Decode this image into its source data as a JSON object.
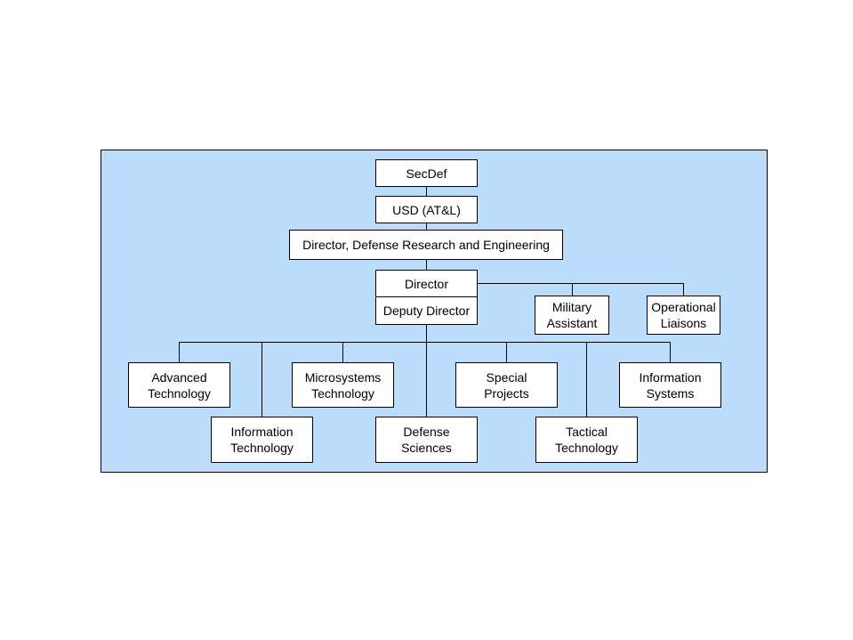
{
  "org_chart": {
    "secdef": "SecDef",
    "usd": "USD (AT&L)",
    "ddre": "Director, Defense Research and Engineering",
    "director": "Director",
    "deputy_director": "Deputy Director",
    "military_assistant": [
      "Military",
      "Assistant"
    ],
    "operational_liaisons": [
      "Operational",
      "Liaisons"
    ],
    "offices": {
      "advanced_technology": [
        "Advanced",
        "Technology"
      ],
      "information_technology": [
        "Information",
        "Technology"
      ],
      "microsystems_technology": [
        "Microsystems",
        "Technology"
      ],
      "defense_sciences": [
        "Defense",
        "Sciences"
      ],
      "special_projects": [
        "Special",
        "Projects"
      ],
      "tactical_technology": [
        "Tactical",
        "Technology"
      ],
      "information_systems": [
        "Information",
        "Systems"
      ]
    }
  },
  "colors": {
    "background_panel": "#bcdcfc",
    "box_fill": "#ffffff",
    "line": "#000000"
  }
}
